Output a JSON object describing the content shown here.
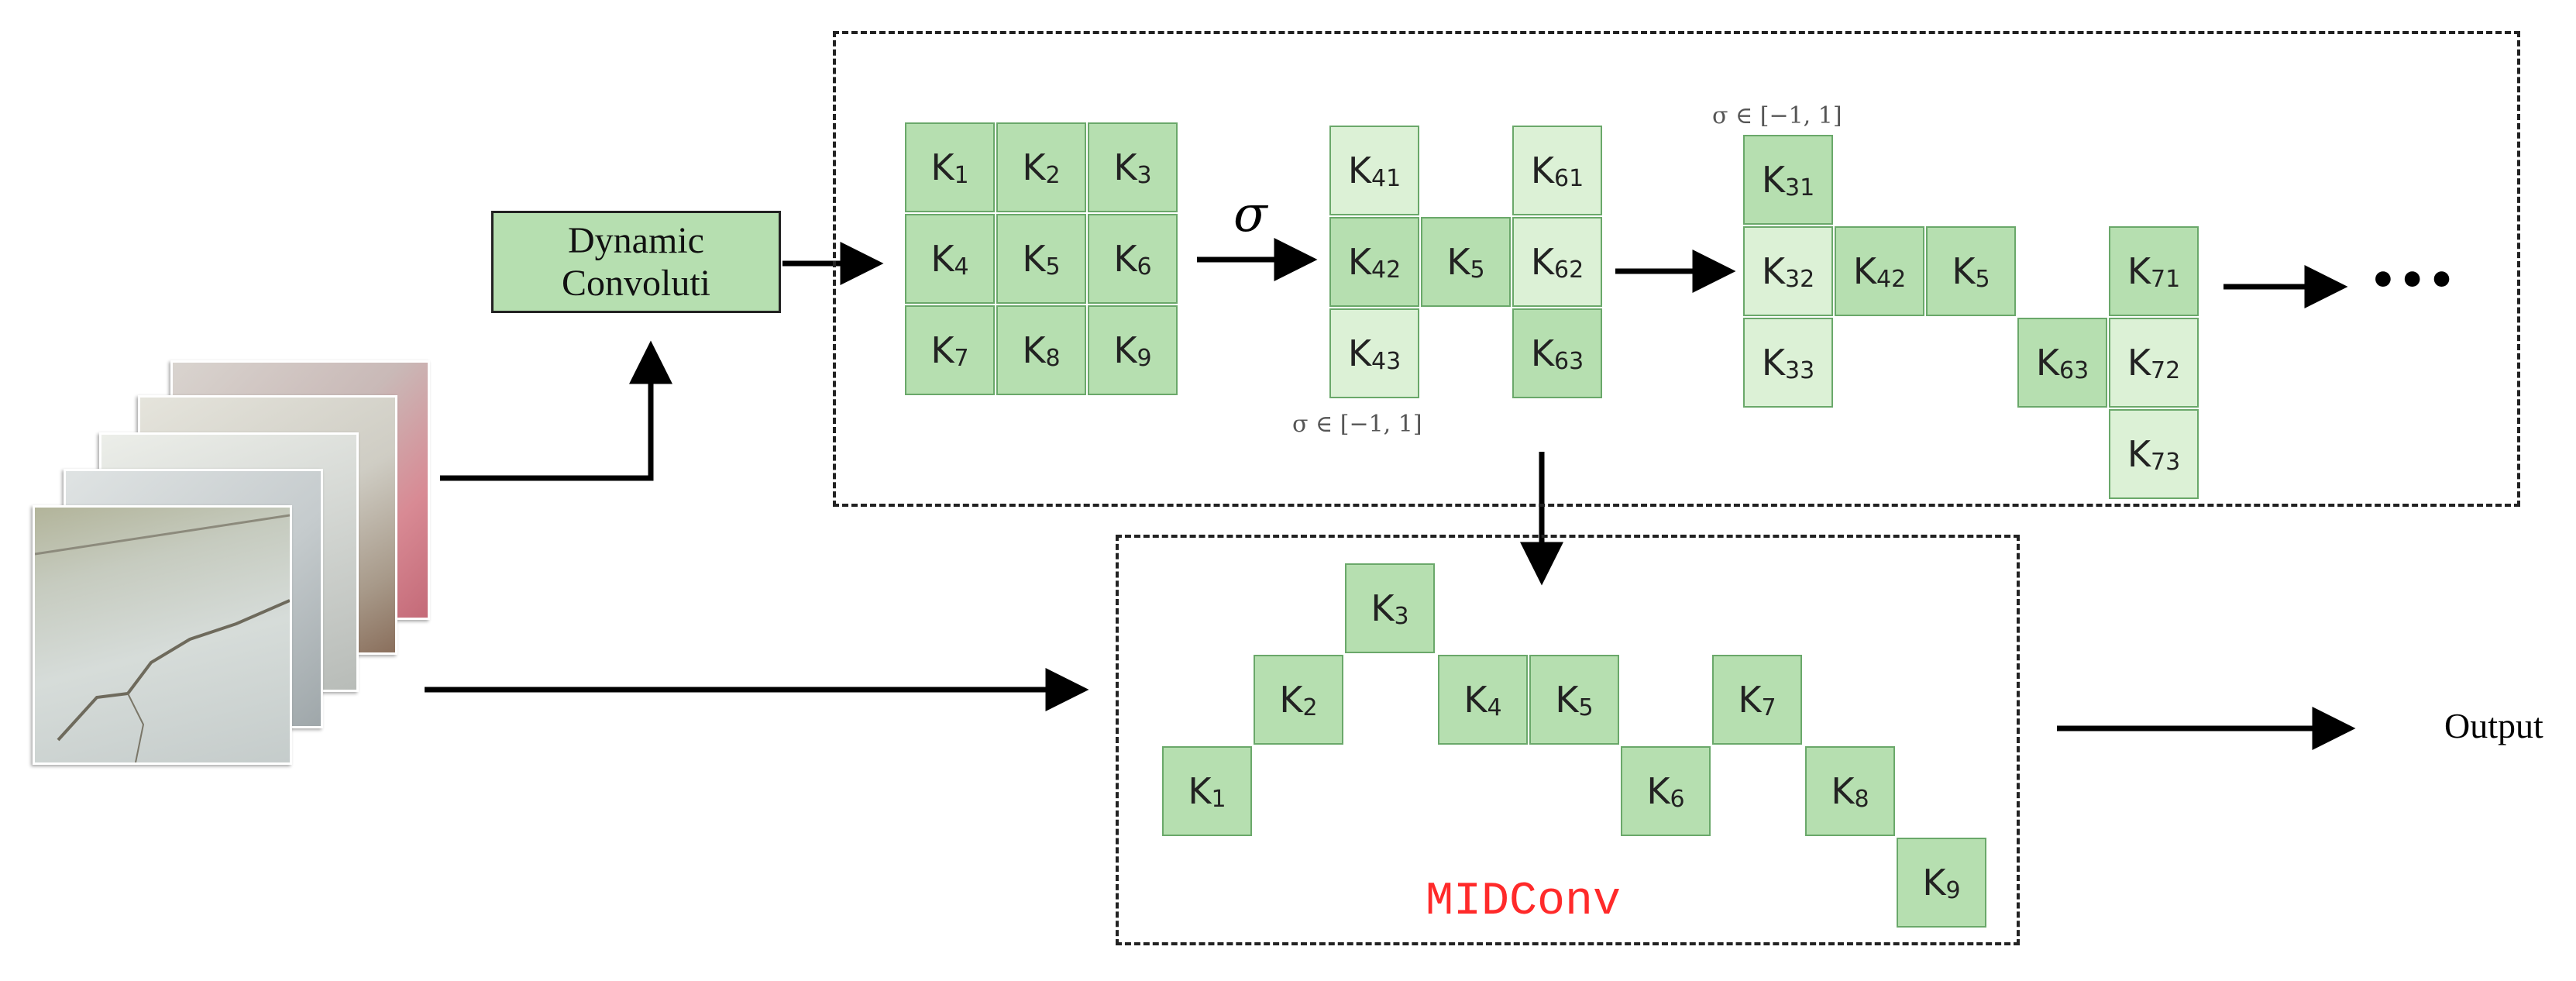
{
  "dynamic_box": {
    "line1": "Dynamic",
    "line2": "Convoluti"
  },
  "sigma_symbol": "σ",
  "sigma_range_1": "σ ∈ [−1, 1]",
  "sigma_range_2": "σ ∈ [−1, 1]",
  "ellipsis": "•••",
  "midconv_label": "MIDConv",
  "output_label": "Output",
  "kernel_3x3": [
    {
      "base": "K",
      "sub": "1"
    },
    {
      "base": "K",
      "sub": "2"
    },
    {
      "base": "K",
      "sub": "3"
    },
    {
      "base": "K",
      "sub": "4"
    },
    {
      "base": "K",
      "sub": "5"
    },
    {
      "base": "K",
      "sub": "6"
    },
    {
      "base": "K",
      "sub": "7"
    },
    {
      "base": "K",
      "sub": "8"
    },
    {
      "base": "K",
      "sub": "9"
    }
  ],
  "deformed_kernel_1": [
    {
      "base": "K",
      "sub": "41"
    },
    {
      "base": "K",
      "sub": "42"
    },
    {
      "base": "K",
      "sub": "43"
    },
    {
      "base": "K",
      "sub": "5"
    },
    {
      "base": "K",
      "sub": "61"
    },
    {
      "base": "K",
      "sub": "62"
    },
    {
      "base": "K",
      "sub": "63"
    }
  ],
  "deformed_kernel_2": [
    {
      "base": "K",
      "sub": "31"
    },
    {
      "base": "K",
      "sub": "32"
    },
    {
      "base": "K",
      "sub": "33"
    },
    {
      "base": "K",
      "sub": "42"
    },
    {
      "base": "K",
      "sub": "5"
    },
    {
      "base": "K",
      "sub": "63"
    },
    {
      "base": "K",
      "sub": "71"
    },
    {
      "base": "K",
      "sub": "72"
    },
    {
      "base": "K",
      "sub": "73"
    }
  ],
  "midconv_kernel": [
    {
      "base": "K",
      "sub": "1"
    },
    {
      "base": "K",
      "sub": "2"
    },
    {
      "base": "K",
      "sub": "3"
    },
    {
      "base": "K",
      "sub": "4"
    },
    {
      "base": "K",
      "sub": "5"
    },
    {
      "base": "K",
      "sub": "6"
    },
    {
      "base": "K",
      "sub": "7"
    },
    {
      "base": "K",
      "sub": "8"
    },
    {
      "base": "K",
      "sub": "9"
    }
  ],
  "colors": {
    "cell_mid": "#b6dfb0",
    "cell_light": "#dcf1d6",
    "cell_border": "#6aa86a",
    "midconv_text": "#ff2a2a",
    "arrow": "#000000"
  },
  "icons": [
    "crack-image-stack",
    "arrow-right",
    "arrow-up",
    "arrow-down"
  ]
}
